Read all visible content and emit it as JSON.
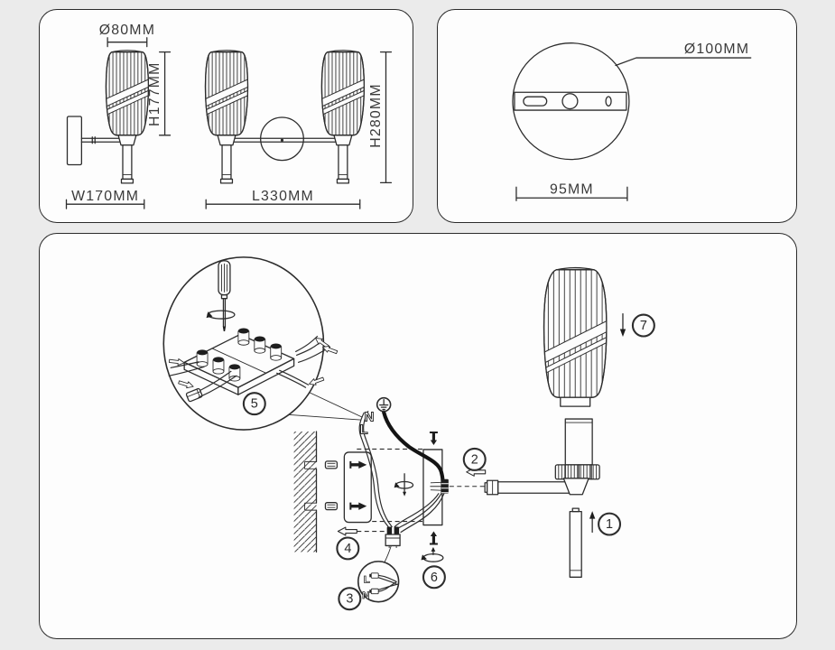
{
  "colors": {
    "background": "#ebebeb",
    "panel_bg": "#fdfdfd",
    "line": "#2d2d2d",
    "text": "#3a3a3a"
  },
  "dimensions_panel": {
    "single_view": {
      "shade_diameter": "Ø80MM",
      "shade_height": "H177MM",
      "depth": "W170MM"
    },
    "double_view": {
      "length": "L330MM",
      "height": "H280MM"
    }
  },
  "plate_panel": {
    "diameter": "Ø100MM",
    "hole_spacing": "95MM"
  },
  "assembly_panel": {
    "steps": [
      "1",
      "2",
      "3",
      "4",
      "5",
      "6",
      "7"
    ],
    "mains": {
      "neutral": "N",
      "live": "L"
    },
    "connector_detail": {
      "live": "L",
      "neutral": "N"
    }
  }
}
